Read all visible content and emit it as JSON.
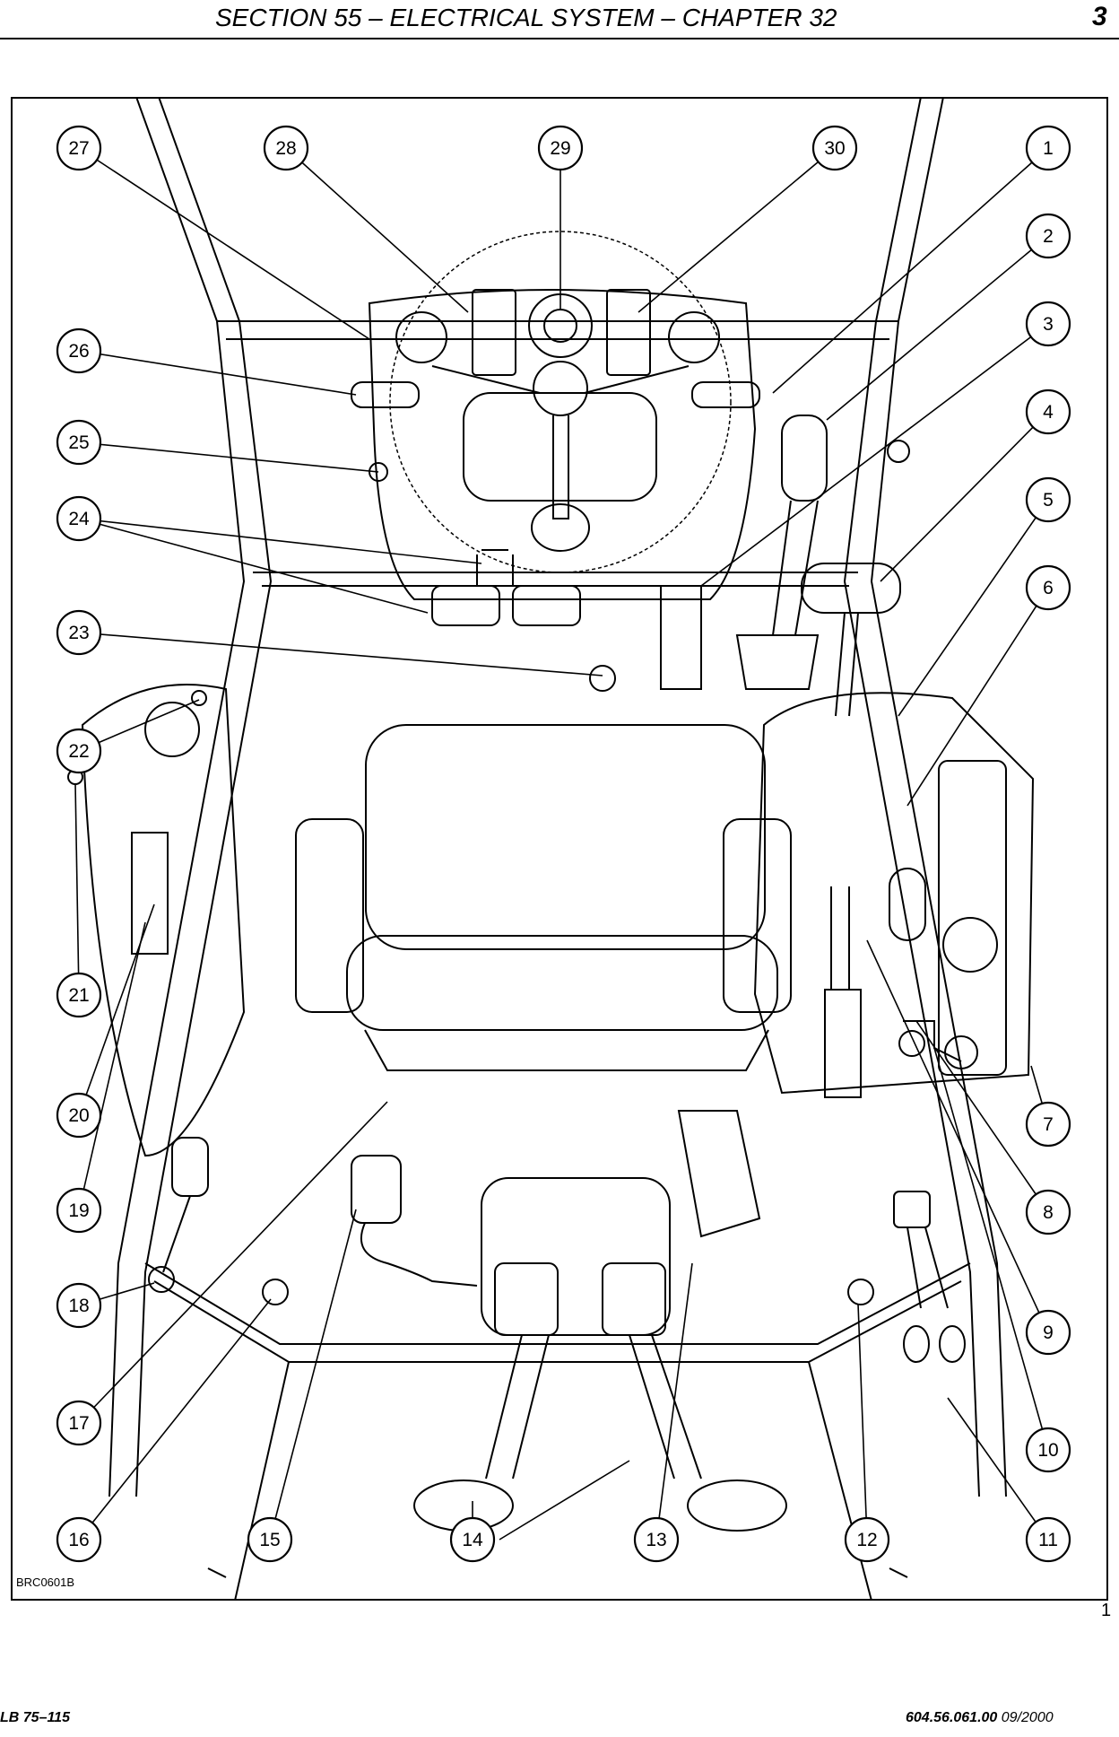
{
  "header": {
    "title": "SECTION 55 – ELECTRICAL SYSTEM  – CHAPTER 32",
    "page_number": "3"
  },
  "figure": {
    "drawing_code": "BRC0601B",
    "figure_number": "1",
    "callouts": [
      "1",
      "2",
      "3",
      "4",
      "5",
      "6",
      "7",
      "8",
      "9",
      "10",
      "11",
      "12",
      "13",
      "14",
      "15",
      "16",
      "17",
      "18",
      "19",
      "20",
      "21",
      "22",
      "23",
      "24",
      "25",
      "26",
      "27",
      "28",
      "29",
      "30"
    ]
  },
  "footer": {
    "model": "LB 75–115",
    "part_number": "604.56.061.00",
    "date": "09/2000"
  }
}
